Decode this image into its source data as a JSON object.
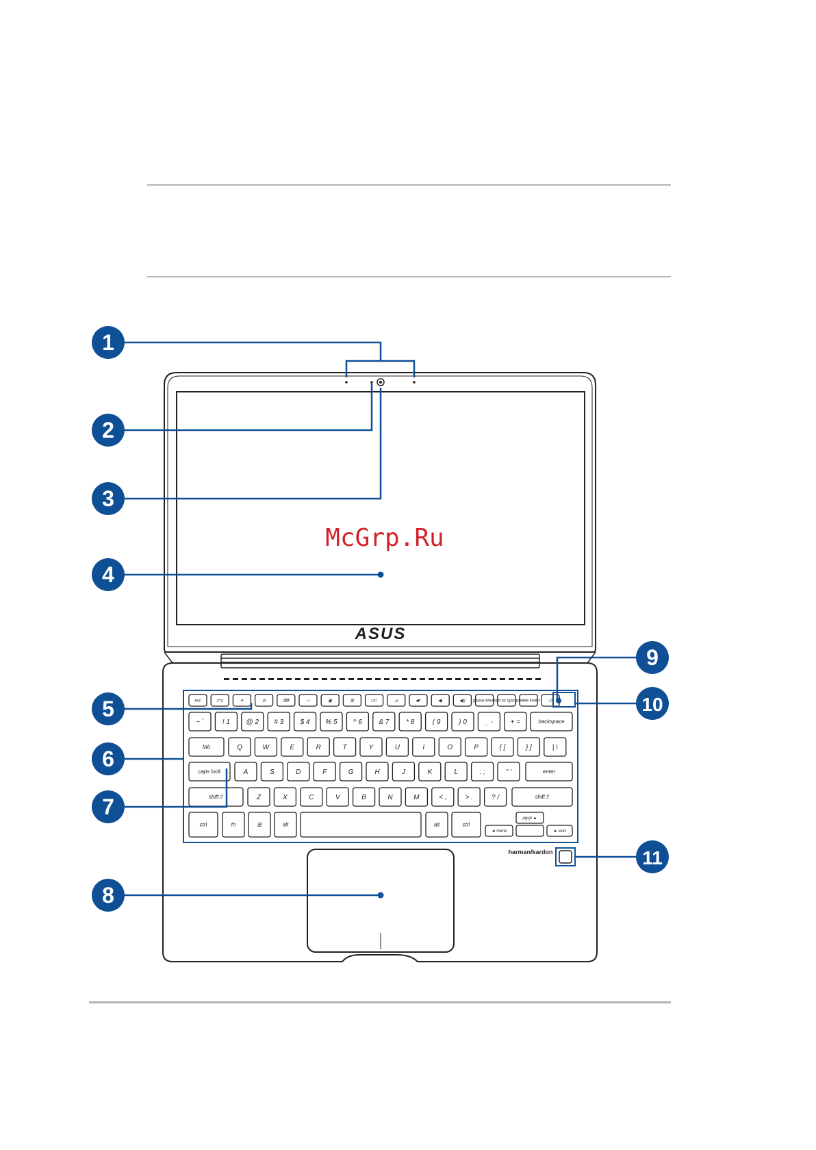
{
  "watermark": "McGrp.Ru",
  "brand_logo": "ASUS",
  "speaker_brand": "harman/kardon",
  "callouts": [
    {
      "number": "1"
    },
    {
      "number": "2"
    },
    {
      "number": "3"
    },
    {
      "number": "4"
    },
    {
      "number": "5"
    },
    {
      "number": "6"
    },
    {
      "number": "7"
    },
    {
      "number": "8"
    },
    {
      "number": "9"
    },
    {
      "number": "10"
    },
    {
      "number": "11"
    }
  ],
  "keyboard": {
    "fn_row": [
      "esc",
      "z^z",
      "✈",
      "⊘",
      "⌨",
      "▭",
      "▣",
      "⊠",
      "□/□",
      "⊿",
      "◀×",
      "◀)",
      "◀))",
      "pause break",
      "prt sc sysrq",
      "delete insert",
      "⏻"
    ],
    "num_row": [
      "~ `",
      "! 1",
      "@ 2",
      "# 3",
      "$ 4",
      "% 5",
      "^ 6",
      "& 7",
      "* 8",
      "( 9",
      ") 0",
      "_ -",
      "+ =",
      "backspace"
    ],
    "top_row": [
      "tab",
      "Q",
      "W",
      "E",
      "R",
      "T",
      "Y",
      "U",
      "I",
      "O",
      "P",
      "{ [",
      "} ]",
      "| \\"
    ],
    "home_row": [
      "caps lock",
      "A",
      "S",
      "D",
      "F",
      "G",
      "H",
      "J",
      "K",
      "L",
      ": ;",
      "\" '",
      "enter"
    ],
    "bottom_row": [
      "shift⇧",
      "Z",
      "X",
      "C",
      "V",
      "B",
      "N",
      "M",
      "< ,",
      "> .",
      "? /",
      "shift⇧"
    ],
    "space_row": [
      "ctrl",
      "fn",
      "⊞",
      "alt",
      "",
      "alt",
      "ctrl",
      "◄ home",
      "▲ pgup / ▼ pgdn",
      "► end"
    ]
  },
  "colors": {
    "callout": "#0e4f95",
    "line": "#0e4f95",
    "device": "#231f20",
    "watermark": "#d2232a"
  }
}
